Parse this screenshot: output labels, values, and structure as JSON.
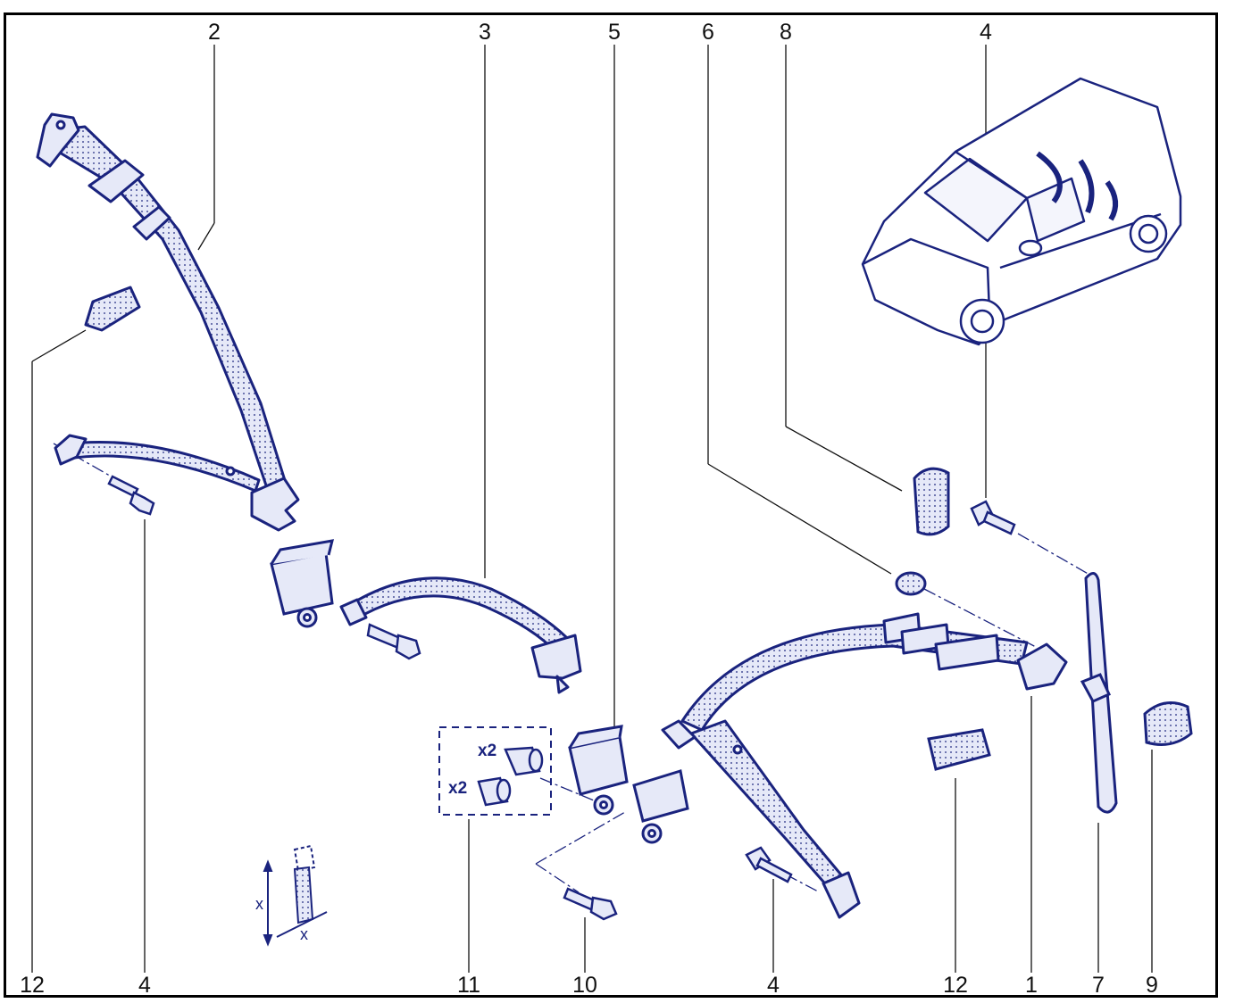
{
  "top_labels": [
    "2",
    "3",
    "5",
    "6",
    "8",
    "4"
  ],
  "bottom_labels": [
    "12",
    "4",
    "11",
    "10",
    "4",
    "12",
    "1",
    "7",
    "9"
  ],
  "multiplier_labels": [
    "x2",
    "x2"
  ],
  "dimension_labels": [
    "x",
    "x"
  ],
  "colors": {
    "line": "#1a237e",
    "fill": "#e6e9f8",
    "leader": "#111111"
  },
  "icons": [
    "vehicle-illustration",
    "seat-belt-diagram"
  ]
}
